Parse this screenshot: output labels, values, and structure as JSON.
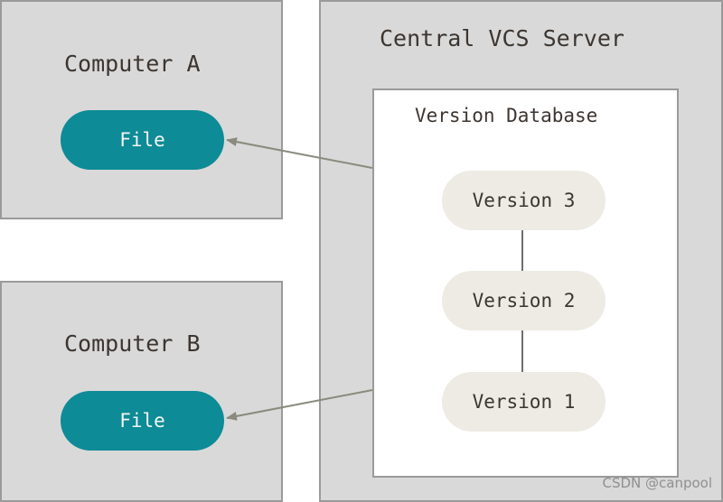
{
  "computer_a": {
    "title": "Computer A",
    "file_label": "File"
  },
  "computer_b": {
    "title": "Computer B",
    "file_label": "File"
  },
  "server": {
    "title": "Central VCS Server",
    "database": {
      "title": "Version Database",
      "versions": [
        "Version 3",
        "Version 2",
        "Version 1"
      ]
    }
  },
  "watermark": "CSDN @canpool",
  "colors": {
    "panel_bg": "#d9d9d9",
    "file_pill": "#0d8b96",
    "version_pill": "#edebe4",
    "arrow": "#8a8a7e",
    "text": "#3c3530"
  }
}
